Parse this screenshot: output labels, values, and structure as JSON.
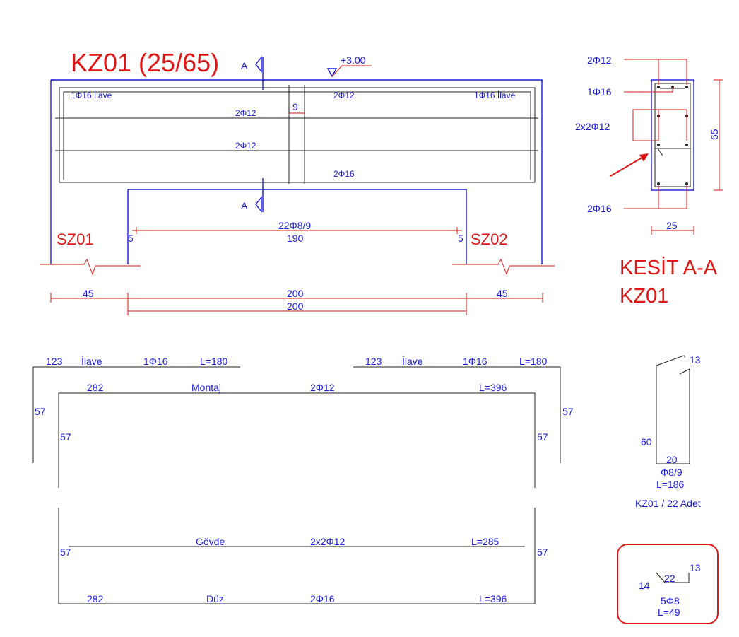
{
  "beam": {
    "title": "KZ01 (25/65)",
    "section_mark": "A",
    "elevation": "+3.00",
    "top_left_extra": "1Φ16 İlave",
    "top_right_extra": "1Φ16 İlave",
    "top_bar": "2Φ12",
    "mid_bar_1": "2Φ12",
    "mid_bar_2": "2Φ12",
    "bottom_bar": "2Φ16",
    "mid_gap": "9",
    "stirrups": "22Φ8/9",
    "stirrup_span": "190",
    "offset_left": "5",
    "offset_right": "5",
    "support_left": "SZ01",
    "support_right": "SZ02",
    "dim_left": "45",
    "dim_center": "200",
    "dim_right": "45",
    "dim_total": "200"
  },
  "section": {
    "title_line1": "KESİT A-A",
    "title_line2": "KZ01",
    "top_bars": "2Φ12",
    "extra_bar": "1Φ16",
    "side_bars": "2x2Φ12",
    "bottom_bars": "2Φ16",
    "height": "65",
    "width": "25"
  },
  "bar_schedule": {
    "extra_left": {
      "len": "123",
      "name": "İlave",
      "bar": "1Φ16",
      "L": "L=180",
      "leg": "57"
    },
    "extra_right": {
      "len": "123",
      "name": "İlave",
      "bar": "1Φ16",
      "L": "L=180",
      "leg": "57"
    },
    "montaj": {
      "len": "282",
      "name": "Montaj",
      "bar": "2Φ12",
      "L": "L=396",
      "leg_left": "57",
      "leg_right": "57"
    },
    "govde": {
      "name": "Gövde",
      "bar": "2x2Φ12",
      "L": "L=285",
      "leg_left": "57",
      "leg_right": "57"
    },
    "duz": {
      "len": "282",
      "name": "Düz",
      "bar": "2Φ16",
      "L": "L=396"
    }
  },
  "stirrup_detail": {
    "hook": "13",
    "height": "60",
    "width": "20",
    "bar": "Φ8/9",
    "L": "L=186",
    "count": "KZ01 / 22 Adet"
  },
  "tie_detail": {
    "left": "14",
    "length": "22",
    "hook": "13",
    "bar": "5Φ8",
    "L": "L=49"
  },
  "colors": {
    "annotation": "#1a1adc",
    "title": "#e01515",
    "highlight": "#e01515"
  }
}
